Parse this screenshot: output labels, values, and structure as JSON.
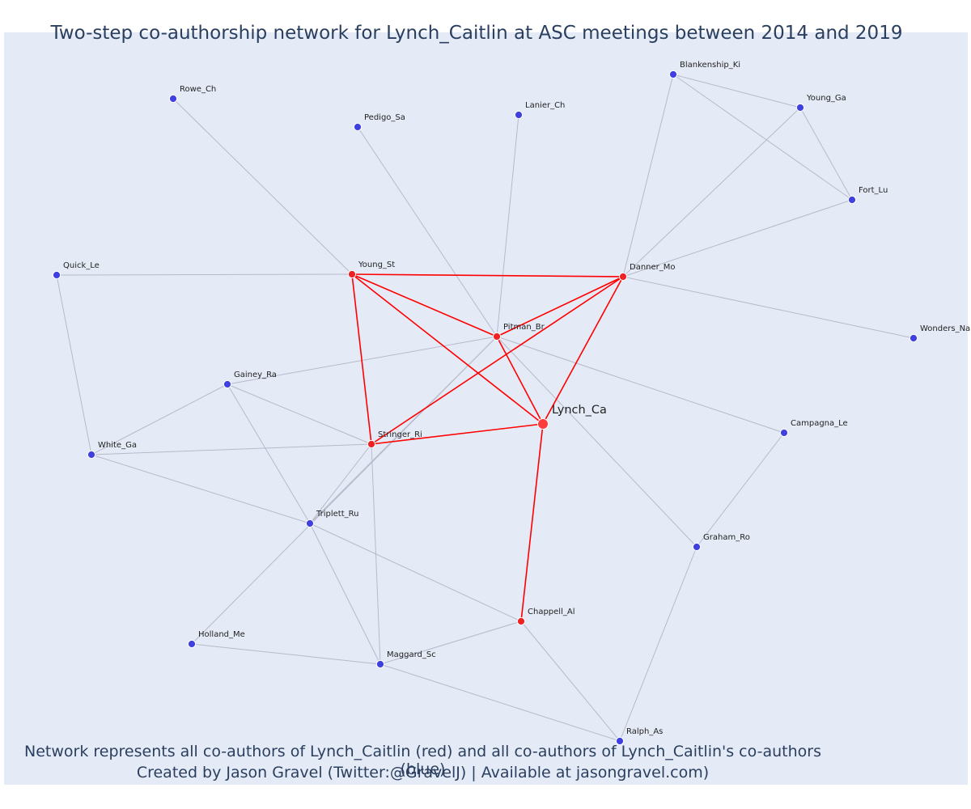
{
  "title": "Two-step co-authorship network for Lynch_Caitlin at ASC meetings between 2014 and 2019",
  "caption_line1": "Network represents all co-authors of Lynch_Caitlin (red) and all co-authors of Lynch_Caitlin's co-authors (blue)",
  "caption_line2": "Created by Jason Gravel (Twitter:@GravelJ) | Available at jasongravel.com)",
  "colors": {
    "focal": "#ff3b3b",
    "coauthor": "#ee2222",
    "second_step": "#4040e0",
    "red_edge": "#ff0000",
    "grey_edge": "#b7b9cc",
    "background": "#e5ebf6",
    "text": "#2a3f5f"
  },
  "nodes": [
    {
      "id": "Lynch_Ca",
      "label": "Lynch_Ca",
      "group": "focal"
    },
    {
      "id": "Young_St",
      "label": "Young_St",
      "group": "coauthor"
    },
    {
      "id": "Danner_Mo",
      "label": "Danner_Mo",
      "group": "coauthor"
    },
    {
      "id": "Pitman_Br",
      "label": "Pitman_Br",
      "group": "coauthor"
    },
    {
      "id": "Stringer_Ri",
      "label": "Stringer_Ri",
      "group": "coauthor"
    },
    {
      "id": "Chappell_Al",
      "label": "Chappell_Al",
      "group": "coauthor"
    },
    {
      "id": "Rowe_Ch",
      "label": "Rowe_Ch",
      "group": "second"
    },
    {
      "id": "Pedigo_Sa",
      "label": "Pedigo_Sa",
      "group": "second"
    },
    {
      "id": "Lanier_Ch",
      "label": "Lanier_Ch",
      "group": "second"
    },
    {
      "id": "Blankenship_Ki",
      "label": "Blankenship_Ki",
      "group": "second"
    },
    {
      "id": "Young_Ga",
      "label": "Young_Ga",
      "group": "second"
    },
    {
      "id": "Fort_Lu",
      "label": "Fort_Lu",
      "group": "second"
    },
    {
      "id": "Quick_Le",
      "label": "Quick_Le",
      "group": "second"
    },
    {
      "id": "Wonders_Na",
      "label": "Wonders_Na",
      "group": "second"
    },
    {
      "id": "Gainey_Ra",
      "label": "Gainey_Ra",
      "group": "second"
    },
    {
      "id": "Campagna_Le",
      "label": "Campagna_Le",
      "group": "second"
    },
    {
      "id": "White_Ga",
      "label": "White_Ga",
      "group": "second"
    },
    {
      "id": "Triplett_Ru",
      "label": "Triplett_Ru",
      "group": "second"
    },
    {
      "id": "Graham_Ro",
      "label": "Graham_Ro",
      "group": "second"
    },
    {
      "id": "Holland_Me",
      "label": "Holland_Me",
      "group": "second"
    },
    {
      "id": "Maggard_Sc",
      "label": "Maggard_Sc",
      "group": "second"
    },
    {
      "id": "Ralph_As",
      "label": "Ralph_As",
      "group": "second"
    }
  ],
  "edges": [
    {
      "source": "Young_St",
      "target": "Danner_Mo",
      "type": "red"
    },
    {
      "source": "Young_St",
      "target": "Pitman_Br",
      "type": "red"
    },
    {
      "source": "Young_St",
      "target": "Stringer_Ri",
      "type": "red"
    },
    {
      "source": "Young_St",
      "target": "Lynch_Ca",
      "type": "red"
    },
    {
      "source": "Danner_Mo",
      "target": "Pitman_Br",
      "type": "red"
    },
    {
      "source": "Danner_Mo",
      "target": "Stringer_Ri",
      "type": "red"
    },
    {
      "source": "Danner_Mo",
      "target": "Lynch_Ca",
      "type": "red"
    },
    {
      "source": "Pitman_Br",
      "target": "Lynch_Ca",
      "type": "red"
    },
    {
      "source": "Stringer_Ri",
      "target": "Lynch_Ca",
      "type": "red"
    },
    {
      "source": "Chappell_Al",
      "target": "Lynch_Ca",
      "type": "red"
    },
    {
      "source": "Rowe_Ch",
      "target": "Young_St",
      "type": "grey"
    },
    {
      "source": "Quick_Le",
      "target": "Young_St",
      "type": "grey"
    },
    {
      "source": "Quick_Le",
      "target": "White_Ga",
      "type": "grey"
    },
    {
      "source": "Pedigo_Sa",
      "target": "Pitman_Br",
      "type": "grey"
    },
    {
      "source": "Lanier_Ch",
      "target": "Pitman_Br",
      "type": "grey"
    },
    {
      "source": "Blankenship_Ki",
      "target": "Danner_Mo",
      "type": "grey"
    },
    {
      "source": "Blankenship_Ki",
      "target": "Young_Ga",
      "type": "grey"
    },
    {
      "source": "Blankenship_Ki",
      "target": "Fort_Lu",
      "type": "grey"
    },
    {
      "source": "Young_Ga",
      "target": "Fort_Lu",
      "type": "grey"
    },
    {
      "source": "Young_Ga",
      "target": "Danner_Mo",
      "type": "grey"
    },
    {
      "source": "Fort_Lu",
      "target": "Danner_Mo",
      "type": "grey"
    },
    {
      "source": "Danner_Mo",
      "target": "Wonders_Na",
      "type": "grey"
    },
    {
      "source": "Pitman_Br",
      "target": "Gainey_Ra",
      "type": "grey"
    },
    {
      "source": "Pitman_Br",
      "target": "Campagna_Le",
      "type": "grey"
    },
    {
      "source": "Pitman_Br",
      "target": "Graham_Ro",
      "type": "grey"
    },
    {
      "source": "Pitman_Br",
      "target": "Triplett_Ru",
      "type": "grey"
    },
    {
      "source": "Pitman_Br",
      "target": "Holland_Me",
      "type": "grey"
    },
    {
      "source": "Gainey_Ra",
      "target": "Stringer_Ri",
      "type": "grey"
    },
    {
      "source": "Gainey_Ra",
      "target": "White_Ga",
      "type": "grey"
    },
    {
      "source": "Gainey_Ra",
      "target": "Triplett_Ru",
      "type": "grey"
    },
    {
      "source": "White_Ga",
      "target": "Stringer_Ri",
      "type": "grey"
    },
    {
      "source": "White_Ga",
      "target": "Triplett_Ru",
      "type": "grey"
    },
    {
      "source": "Stringer_Ri",
      "target": "Triplett_Ru",
      "type": "grey"
    },
    {
      "source": "Stringer_Ri",
      "target": "Maggard_Sc",
      "type": "grey"
    },
    {
      "source": "Triplett_Ru",
      "target": "Maggard_Sc",
      "type": "grey"
    },
    {
      "source": "Triplett_Ru",
      "target": "Chappell_Al",
      "type": "grey"
    },
    {
      "source": "Holland_Me",
      "target": "Maggard_Sc",
      "type": "grey"
    },
    {
      "source": "Maggard_Sc",
      "target": "Chappell_Al",
      "type": "grey"
    },
    {
      "source": "Maggard_Sc",
      "target": "Ralph_As",
      "type": "grey"
    },
    {
      "source": "Chappell_Al",
      "target": "Ralph_As",
      "type": "grey"
    },
    {
      "source": "Campagna_Le",
      "target": "Graham_Ro",
      "type": "grey"
    },
    {
      "source": "Graham_Ro",
      "target": "Ralph_As",
      "type": "grey"
    }
  ]
}
